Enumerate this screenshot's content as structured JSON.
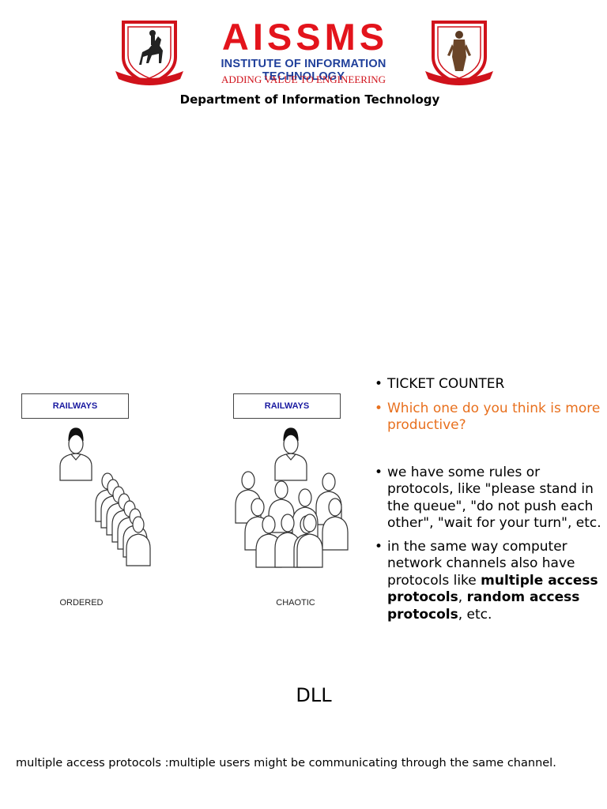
{
  "header": {
    "logo_title": "AISSMS",
    "logo_subtitle": "INSTITUTE OF INFORMATION TECHNOLOGY",
    "logo_tagline": "ADDING VALUE TO ENGINEERING",
    "department": "Department of Information Technology",
    "emblem_left_icon": "horse-rider-statue-emblem",
    "emblem_right_icon": "standing-statue-emblem"
  },
  "illustrations": {
    "ordered": {
      "sign": "RAILWAYS",
      "caption": "ORDERED"
    },
    "chaotic": {
      "sign": "RAILWAYS",
      "caption": "CHAOTIC"
    }
  },
  "bullets": {
    "b1": "TICKET COUNTER",
    "b2": "Which one do you think is more productive?",
    "b3": "we have some rules or protocols, like \"please stand in the queue\", \"do not push each other\", \"wait for your turn\", etc.",
    "b4_pre": " in the same way computer network channels also have protocols like ",
    "b4_bold1": "multiple access protocols",
    "b4_sep": ", ",
    "b4_bold2": "random access protocols",
    "b4_post": ", etc."
  },
  "slide_label": "DLL",
  "footnote": "multiple access protocols :multiple users might be communicating through the same channel.",
  "colors": {
    "brand_red": "#e3141c",
    "brand_blue": "#1f3f9a",
    "accent_orange": "#e8701e",
    "sign_text": "#1a1aa0"
  }
}
